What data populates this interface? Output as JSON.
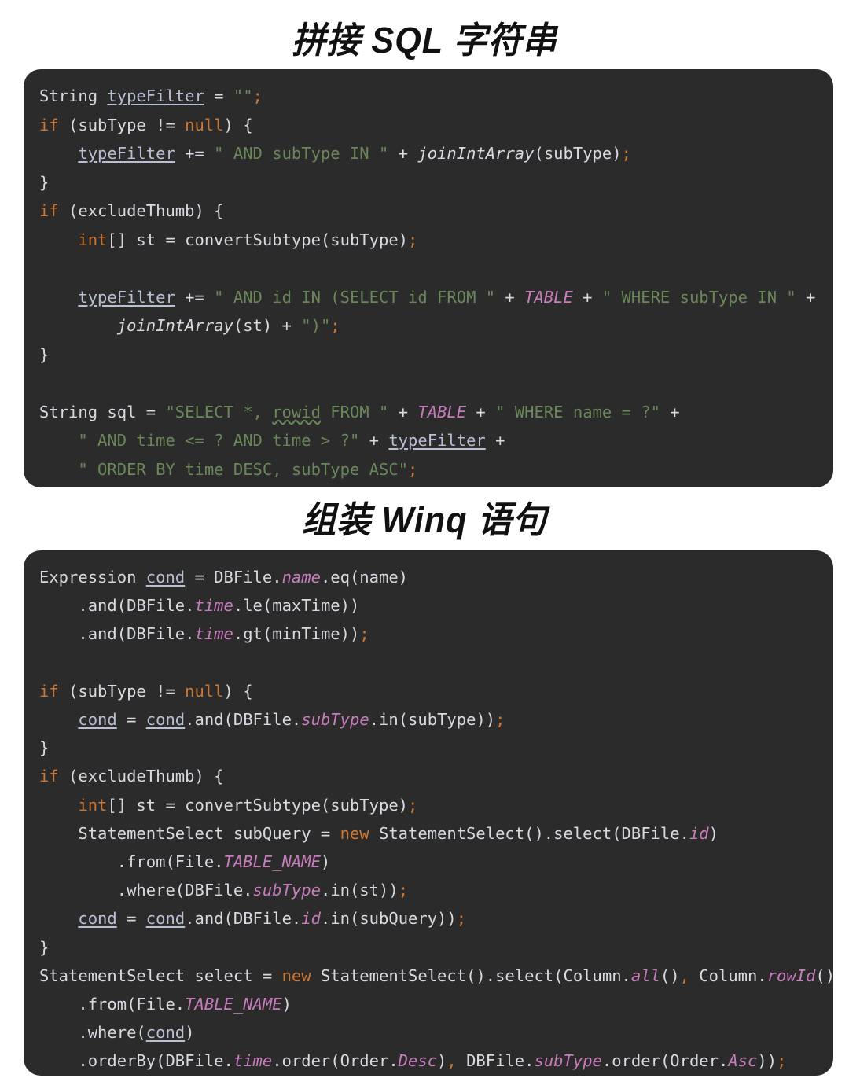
{
  "sections": [
    {
      "title": "拼接 SQL 字符串",
      "code_lines": [
        [
          {
            "t": "String",
            "c": "plain"
          },
          {
            "t": " ",
            "c": "plain"
          },
          {
            "t": "typeFilter",
            "c": "local"
          },
          {
            "t": " = ",
            "c": "plain"
          },
          {
            "t": "\"\"",
            "c": "str"
          },
          {
            "t": ";",
            "c": "semi"
          }
        ],
        [
          {
            "t": "if",
            "c": "kw"
          },
          {
            "t": " (subType != ",
            "c": "plain"
          },
          {
            "t": "null",
            "c": "kw"
          },
          {
            "t": ") {",
            "c": "plain"
          }
        ],
        [
          {
            "t": "    ",
            "c": "plain"
          },
          {
            "t": "typeFilter",
            "c": "local"
          },
          {
            "t": " += ",
            "c": "plain"
          },
          {
            "t": "\" AND subType IN \"",
            "c": "str"
          },
          {
            "t": " + ",
            "c": "plain"
          },
          {
            "t": "joinIntArray",
            "c": "method"
          },
          {
            "t": "(subType)",
            "c": "plain"
          },
          {
            "t": ";",
            "c": "semi"
          }
        ],
        [
          {
            "t": "}",
            "c": "plain"
          }
        ],
        [
          {
            "t": "if",
            "c": "kw"
          },
          {
            "t": " (excludeThumb) {",
            "c": "plain"
          }
        ],
        [
          {
            "t": "    ",
            "c": "plain"
          },
          {
            "t": "int",
            "c": "kw"
          },
          {
            "t": "[] st = convertSubtype(subType)",
            "c": "plain"
          },
          {
            "t": ";",
            "c": "semi"
          }
        ],
        [
          {
            "t": "",
            "c": "plain"
          }
        ],
        [
          {
            "t": "    ",
            "c": "plain"
          },
          {
            "t": "typeFilter",
            "c": "local"
          },
          {
            "t": " += ",
            "c": "plain"
          },
          {
            "t": "\" AND id IN (SELECT id FROM \"",
            "c": "str"
          },
          {
            "t": " + ",
            "c": "plain"
          },
          {
            "t": "TABLE",
            "c": "field"
          },
          {
            "t": " + ",
            "c": "plain"
          },
          {
            "t": "\" WHERE subType IN \"",
            "c": "str"
          },
          {
            "t": " +",
            "c": "plain"
          }
        ],
        [
          {
            "t": "        ",
            "c": "plain"
          },
          {
            "t": "joinIntArray",
            "c": "method"
          },
          {
            "t": "(st) + ",
            "c": "plain"
          },
          {
            "t": "\")\"",
            "c": "str"
          },
          {
            "t": ";",
            "c": "semi"
          }
        ],
        [
          {
            "t": "}",
            "c": "plain"
          }
        ],
        [
          {
            "t": "",
            "c": "plain"
          }
        ],
        [
          {
            "t": "String sql = ",
            "c": "plain"
          },
          {
            "t": "\"SELECT *, ",
            "c": "str"
          },
          {
            "t": "rowid",
            "c": "spell"
          },
          {
            "t": " FROM \"",
            "c": "str"
          },
          {
            "t": " + ",
            "c": "plain"
          },
          {
            "t": "TABLE",
            "c": "field"
          },
          {
            "t": " + ",
            "c": "plain"
          },
          {
            "t": "\" WHERE name = ?\"",
            "c": "str"
          },
          {
            "t": " +",
            "c": "plain"
          }
        ],
        [
          {
            "t": "    ",
            "c": "plain"
          },
          {
            "t": "\" AND time <= ? AND time > ?\"",
            "c": "str"
          },
          {
            "t": " + ",
            "c": "plain"
          },
          {
            "t": "typeFilter",
            "c": "local"
          },
          {
            "t": " +",
            "c": "plain"
          }
        ],
        [
          {
            "t": "    ",
            "c": "plain"
          },
          {
            "t": "\" ORDER BY time DESC, subType ASC\"",
            "c": "str"
          },
          {
            "t": ";",
            "c": "semi"
          }
        ]
      ]
    },
    {
      "title": "组装 Winq 语句",
      "code_lines": [
        [
          {
            "t": "Expression ",
            "c": "plain"
          },
          {
            "t": "cond",
            "c": "local"
          },
          {
            "t": " = DBFile.",
            "c": "plain"
          },
          {
            "t": "name",
            "c": "field"
          },
          {
            "t": ".eq(name)",
            "c": "plain"
          }
        ],
        [
          {
            "t": "    .and(DBFile.",
            "c": "plain"
          },
          {
            "t": "time",
            "c": "field"
          },
          {
            "t": ".le(maxTime))",
            "c": "plain"
          }
        ],
        [
          {
            "t": "    .and(DBFile.",
            "c": "plain"
          },
          {
            "t": "time",
            "c": "field"
          },
          {
            "t": ".gt(minTime))",
            "c": "plain"
          },
          {
            "t": ";",
            "c": "semi"
          }
        ],
        [
          {
            "t": "",
            "c": "plain"
          }
        ],
        [
          {
            "t": "if",
            "c": "kw"
          },
          {
            "t": " (subType != ",
            "c": "plain"
          },
          {
            "t": "null",
            "c": "kw"
          },
          {
            "t": ") {",
            "c": "plain"
          }
        ],
        [
          {
            "t": "    ",
            "c": "plain"
          },
          {
            "t": "cond",
            "c": "local"
          },
          {
            "t": " = ",
            "c": "plain"
          },
          {
            "t": "cond",
            "c": "local"
          },
          {
            "t": ".and(DBFile.",
            "c": "plain"
          },
          {
            "t": "subType",
            "c": "field"
          },
          {
            "t": ".in(subType))",
            "c": "plain"
          },
          {
            "t": ";",
            "c": "semi"
          }
        ],
        [
          {
            "t": "}",
            "c": "plain"
          }
        ],
        [
          {
            "t": "if",
            "c": "kw"
          },
          {
            "t": " (excludeThumb) {",
            "c": "plain"
          }
        ],
        [
          {
            "t": "    ",
            "c": "plain"
          },
          {
            "t": "int",
            "c": "kw"
          },
          {
            "t": "[] st = convertSubtype(subType)",
            "c": "plain"
          },
          {
            "t": ";",
            "c": "semi"
          }
        ],
        [
          {
            "t": "    StatementSelect subQuery = ",
            "c": "plain"
          },
          {
            "t": "new",
            "c": "kw"
          },
          {
            "t": " StatementSelect().select(DBFile.",
            "c": "plain"
          },
          {
            "t": "id",
            "c": "field"
          },
          {
            "t": ")",
            "c": "plain"
          }
        ],
        [
          {
            "t": "        .from(File.",
            "c": "plain"
          },
          {
            "t": "TABLE_NAME",
            "c": "field"
          },
          {
            "t": ")",
            "c": "plain"
          }
        ],
        [
          {
            "t": "        .where(DBFile.",
            "c": "plain"
          },
          {
            "t": "subType",
            "c": "field"
          },
          {
            "t": ".in(st))",
            "c": "plain"
          },
          {
            "t": ";",
            "c": "semi"
          }
        ],
        [
          {
            "t": "    ",
            "c": "plain"
          },
          {
            "t": "cond",
            "c": "local"
          },
          {
            "t": " = ",
            "c": "plain"
          },
          {
            "t": "cond",
            "c": "local"
          },
          {
            "t": ".and(DBFile.",
            "c": "plain"
          },
          {
            "t": "id",
            "c": "field"
          },
          {
            "t": ".in(subQuery))",
            "c": "plain"
          },
          {
            "t": ";",
            "c": "semi"
          }
        ],
        [
          {
            "t": "}",
            "c": "plain"
          }
        ],
        [
          {
            "t": "StatementSelect select = ",
            "c": "plain"
          },
          {
            "t": "new",
            "c": "kw"
          },
          {
            "t": " StatementSelect().select(Column.",
            "c": "plain"
          },
          {
            "t": "all",
            "c": "field"
          },
          {
            "t": "()",
            "c": "plain"
          },
          {
            "t": ", ",
            "c": "semi"
          },
          {
            "t": "Column.",
            "c": "plain"
          },
          {
            "t": "rowId",
            "c": "field"
          },
          {
            "t": "())",
            "c": "plain"
          }
        ],
        [
          {
            "t": "    .from(File.",
            "c": "plain"
          },
          {
            "t": "TABLE_NAME",
            "c": "field"
          },
          {
            "t": ")",
            "c": "plain"
          }
        ],
        [
          {
            "t": "    .where(",
            "c": "plain"
          },
          {
            "t": "cond",
            "c": "local"
          },
          {
            "t": ")",
            "c": "plain"
          }
        ],
        [
          {
            "t": "    .orderBy(DBFile.",
            "c": "plain"
          },
          {
            "t": "time",
            "c": "field"
          },
          {
            "t": ".order(Order.",
            "c": "plain"
          },
          {
            "t": "Desc",
            "c": "field"
          },
          {
            "t": ")",
            "c": "plain"
          },
          {
            "t": ", ",
            "c": "semi"
          },
          {
            "t": "DBFile.",
            "c": "plain"
          },
          {
            "t": "subType",
            "c": "field"
          },
          {
            "t": ".order(Order.",
            "c": "plain"
          },
          {
            "t": "Asc",
            "c": "field"
          },
          {
            "t": "))",
            "c": "plain"
          },
          {
            "t": ";",
            "c": "semi"
          }
        ]
      ]
    }
  ],
  "theme": {
    "page_background": "#ffffff",
    "code_background": "#2b2b2b",
    "default_text": "#d7dae0",
    "keyword": "#cc7832",
    "string": "#6a8759",
    "static_field": "#c77dbb",
    "local_var": "#b9bfd4",
    "title_text": "#111111"
  }
}
